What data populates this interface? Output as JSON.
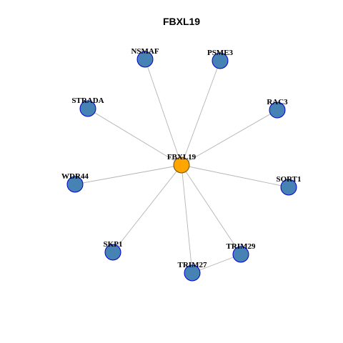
{
  "title": "FBXL19",
  "colors": {
    "hub_fill": "#FFA500",
    "hub_stroke": "#6B4A00",
    "node_fill": "#4682B4",
    "node_stroke": "#0000CD",
    "edge": "#B4B4B4"
  },
  "nodes": [
    {
      "id": "FBXL19",
      "label": "FBXL19",
      "role": "hub"
    },
    {
      "id": "NSMAF",
      "label": "NSMAF",
      "role": "neighbor"
    },
    {
      "id": "PSME3",
      "label": "PSME3",
      "role": "neighbor"
    },
    {
      "id": "STRADA",
      "label": "STRADA",
      "role": "neighbor"
    },
    {
      "id": "RAC3",
      "label": "RAC3",
      "role": "neighbor"
    },
    {
      "id": "WDR44",
      "label": "WDR44",
      "role": "neighbor"
    },
    {
      "id": "SORT1",
      "label": "SORT1",
      "role": "neighbor"
    },
    {
      "id": "SKP1",
      "label": "SKP1",
      "role": "neighbor"
    },
    {
      "id": "TRIM29",
      "label": "TRIM29",
      "role": "neighbor"
    },
    {
      "id": "TRIM27",
      "label": "TRIM27",
      "role": "neighbor"
    }
  ],
  "edges": [
    {
      "source": "FBXL19",
      "target": "NSMAF"
    },
    {
      "source": "FBXL19",
      "target": "PSME3"
    },
    {
      "source": "FBXL19",
      "target": "STRADA"
    },
    {
      "source": "FBXL19",
      "target": "RAC3"
    },
    {
      "source": "FBXL19",
      "target": "WDR44"
    },
    {
      "source": "FBXL19",
      "target": "SORT1"
    },
    {
      "source": "FBXL19",
      "target": "SKP1"
    },
    {
      "source": "FBXL19",
      "target": "TRIM29"
    },
    {
      "source": "FBXL19",
      "target": "TRIM27"
    },
    {
      "source": "TRIM27",
      "target": "TRIM29"
    }
  ]
}
